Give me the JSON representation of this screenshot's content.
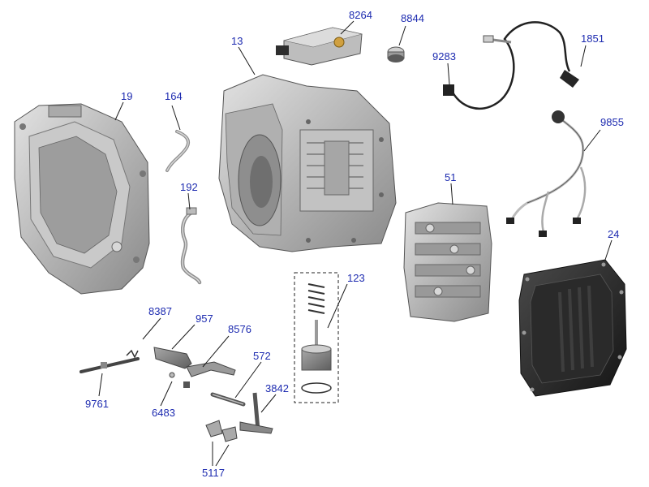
{
  "diagram": {
    "label_color": "#1d2bb0",
    "parts": [
      {
        "id": "19"
      },
      {
        "id": "164"
      },
      {
        "id": "192"
      },
      {
        "id": "13"
      },
      {
        "id": "8264"
      },
      {
        "id": "8844"
      },
      {
        "id": "9283"
      },
      {
        "id": "1851"
      },
      {
        "id": "9855"
      },
      {
        "id": "51"
      },
      {
        "id": "24"
      },
      {
        "id": "123"
      },
      {
        "id": "8387"
      },
      {
        "id": "957"
      },
      {
        "id": "8576"
      },
      {
        "id": "572"
      },
      {
        "id": "3842"
      },
      {
        "id": "9761"
      },
      {
        "id": "6483"
      },
      {
        "id": "5117"
      }
    ]
  }
}
